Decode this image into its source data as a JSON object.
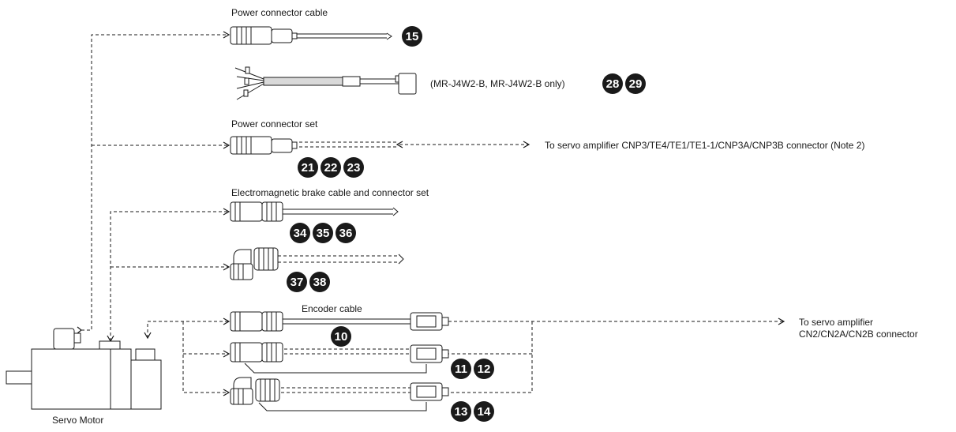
{
  "labels": {
    "power_connector_cable": "Power connector cable",
    "power_cable_note": "(MR-J4W2-B, MR-J4W2-B only)",
    "power_connector_set": "Power connector set",
    "amplifier_power_dest": "To servo amplifier CNP3/TE4/TE1/TE1-1/CNP3A/CNP3B connector (Note 2)",
    "brake_cable": "Electromagnetic brake cable and connector set",
    "encoder_cable": "Encoder cable",
    "encoder_dest_line1": "To servo amplifier",
    "encoder_dest_line2": "CN2/CN2A/CN2B connector",
    "servo_motor": "Servo Motor"
  },
  "badges": {
    "b15": "15",
    "b28": "28",
    "b29": "29",
    "b21": "21",
    "b22": "22",
    "b23": "23",
    "b34": "34",
    "b35": "35",
    "b36": "36",
    "b37": "37",
    "b38": "38",
    "b10": "10",
    "b11": "11",
    "b12": "12",
    "b13": "13",
    "b14": "14"
  },
  "colors": {
    "line": "#1a1a1a",
    "badge_fill": "#1a1a1a",
    "badge_text": "#ffffff",
    "cable_fill": "#d9d9d9"
  }
}
